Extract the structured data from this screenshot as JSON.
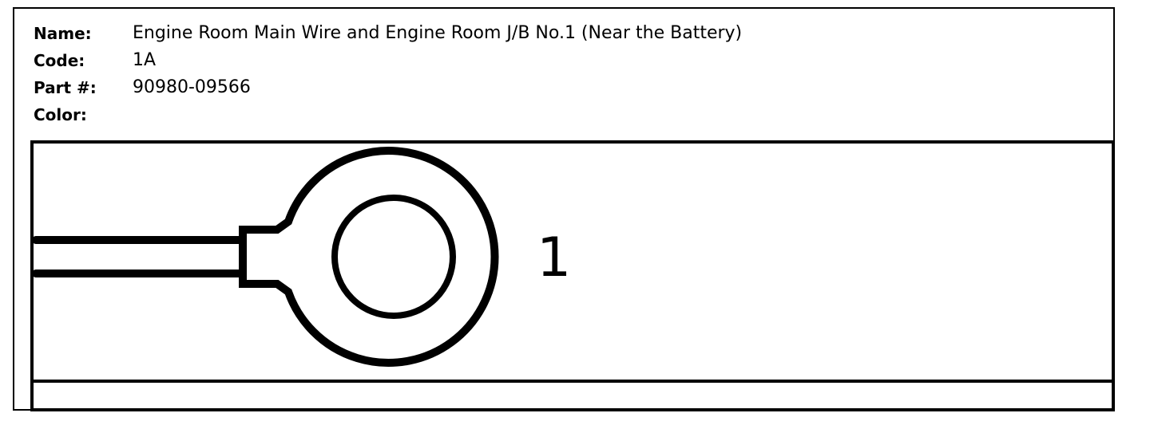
{
  "connector": {
    "name_label": "Name:",
    "name_value": "Engine Room Main Wire and Engine Room J/B No.1 (Near the Battery)",
    "code_label": "Code:",
    "code_value": "1A",
    "part_label": "Part #:",
    "part_value": "90980-09566",
    "color_label": "Color:",
    "color_value": ""
  },
  "diagram": {
    "pin_number": "1",
    "terminal_type": "ring-terminal",
    "line_color": "#000000",
    "background_color": "#ffffff"
  }
}
